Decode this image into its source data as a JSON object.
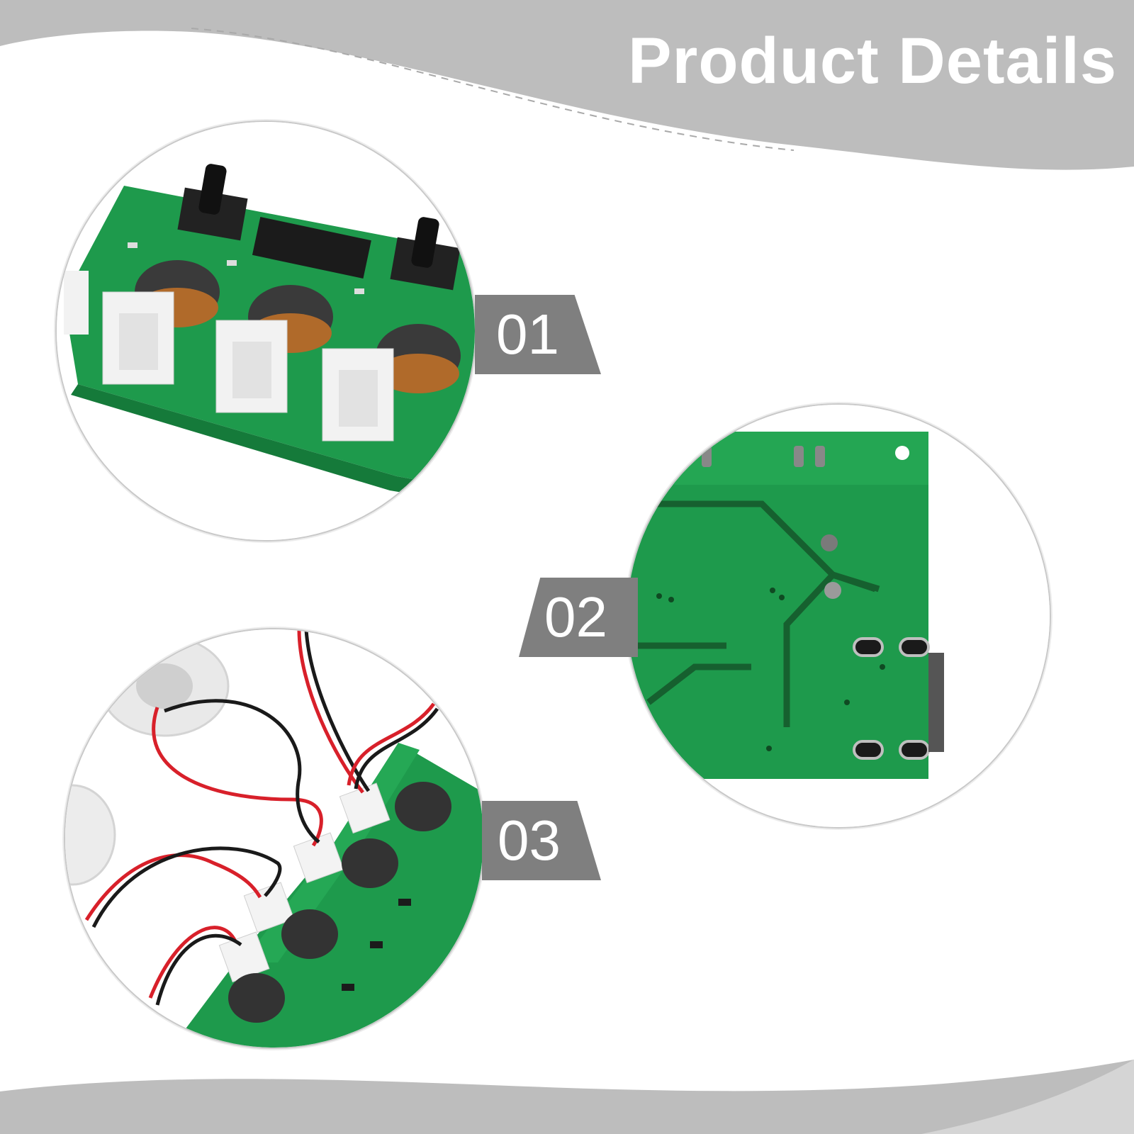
{
  "header": {
    "title": "Product Details"
  },
  "callouts": [
    {
      "number": "01"
    },
    {
      "number": "02"
    },
    {
      "number": "03"
    }
  ],
  "colors": {
    "banner_gray": "#bdbdbd",
    "tag_gray": "#7f7f7f",
    "pcb_green": "#1e9a4c",
    "wire_red": "#d8202a",
    "wire_black": "#1a1a1a"
  }
}
